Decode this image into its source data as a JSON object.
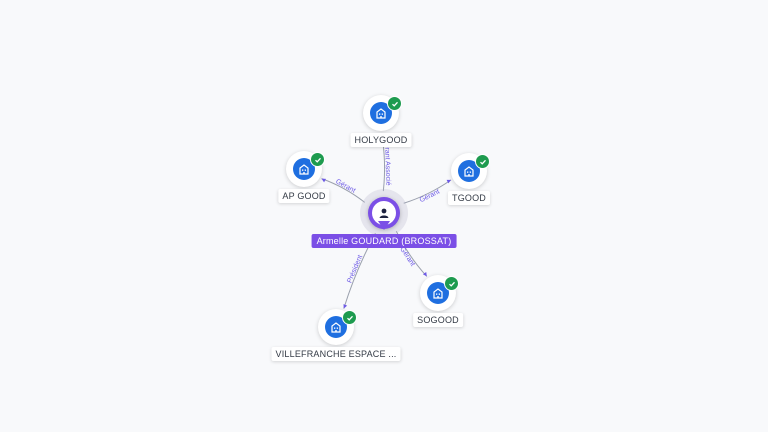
{
  "center": {
    "name": "Armelle GOUDARD (BROSSAT)",
    "icon": "person-icon",
    "color": "#7b4fe6"
  },
  "companies": [
    {
      "id": "holygood",
      "name": "HOLYGOOD",
      "relation": "Gérant Associé",
      "status": "active",
      "icon": "building-icon"
    },
    {
      "id": "apgood",
      "name": "AP GOOD",
      "relation": "Gérant",
      "status": "active",
      "icon": "building-icon"
    },
    {
      "id": "tgood",
      "name": "TGOOD",
      "relation": "Gérant",
      "status": "active",
      "icon": "building-icon"
    },
    {
      "id": "villefranche",
      "name": "VILLEFRANCHE ESPACE ...",
      "relation": "Président",
      "status": "active",
      "icon": "building-icon"
    },
    {
      "id": "sogood",
      "name": "SOGOOD",
      "relation": "Gérant",
      "status": "active",
      "icon": "building-icon"
    }
  ],
  "colors": {
    "company": "#1f6fe0",
    "check": "#1e9b4f",
    "edge": "#9aa0ad",
    "edge_label": "#6d5ae6"
  }
}
